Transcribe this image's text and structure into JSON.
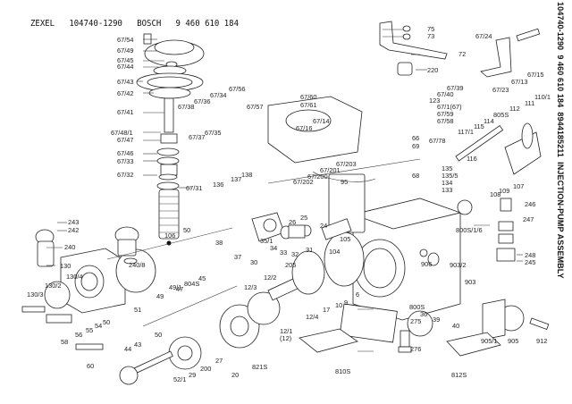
{
  "header": {
    "title_line": "ZEXEL   104740-1290   BOSCH   9 460 610 184",
    "side_caption": "104740-1290  9 460 610 184  8944185211  INJECTION-PUMP ASSEMBLY"
  },
  "labels": [
    {
      "id": "67/54",
      "text": "67/54"
    },
    {
      "id": "67/49",
      "text": "67/49"
    },
    {
      "id": "67/45",
      "text": "67/45"
    },
    {
      "id": "67/44",
      "text": "67/44"
    },
    {
      "id": "67/43",
      "text": "67/43"
    },
    {
      "id": "67/42",
      "text": "67/42"
    },
    {
      "id": "67/41",
      "text": "67/41"
    },
    {
      "id": "67/48/1",
      "text": "67/48/1"
    },
    {
      "id": "67/47",
      "text": "67/47"
    },
    {
      "id": "67/46",
      "text": "67/46"
    },
    {
      "id": "67/33",
      "text": "67/33"
    },
    {
      "id": "67/32",
      "text": "67/32"
    },
    {
      "id": "67/31",
      "text": "67/31"
    },
    {
      "id": "67/38",
      "text": "67/38"
    },
    {
      "id": "67/36",
      "text": "67/36"
    },
    {
      "id": "67/34",
      "text": "67/34"
    },
    {
      "id": "67/56",
      "text": "67/56"
    },
    {
      "id": "67/57",
      "text": "67/57"
    },
    {
      "id": "67/37",
      "text": "67/37"
    },
    {
      "id": "67/35",
      "text": "67/35"
    },
    {
      "id": "136",
      "text": "136"
    },
    {
      "id": "137",
      "text": "137"
    },
    {
      "id": "138",
      "text": "138"
    },
    {
      "id": "243",
      "text": "243"
    },
    {
      "id": "242",
      "text": "242"
    },
    {
      "id": "240",
      "text": "240"
    },
    {
      "id": "240/8",
      "text": "240/8"
    },
    {
      "id": "106",
      "text": "106"
    },
    {
      "id": "50a",
      "text": "50"
    },
    {
      "id": "130",
      "text": "130"
    },
    {
      "id": "130/4",
      "text": "130/4"
    },
    {
      "id": "130/2",
      "text": "130/2"
    },
    {
      "id": "130/3",
      "text": "130/3"
    },
    {
      "id": "49",
      "text": "49"
    },
    {
      "id": "49/1",
      "text": "49/1"
    },
    {
      "id": "47",
      "text": "47"
    },
    {
      "id": "804S",
      "text": "804S"
    },
    {
      "id": "45",
      "text": "45"
    },
    {
      "id": "51",
      "text": "51"
    },
    {
      "id": "56",
      "text": "56"
    },
    {
      "id": "55",
      "text": "55"
    },
    {
      "id": "54",
      "text": "54"
    },
    {
      "id": "50b",
      "text": "50"
    },
    {
      "id": "58",
      "text": "58"
    },
    {
      "id": "60",
      "text": "60"
    },
    {
      "id": "44",
      "text": "44"
    },
    {
      "id": "43",
      "text": "43"
    },
    {
      "id": "50c",
      "text": "50"
    },
    {
      "id": "52/1",
      "text": "52/1"
    },
    {
      "id": "29",
      "text": "29"
    },
    {
      "id": "200",
      "text": "200"
    },
    {
      "id": "27",
      "text": "27"
    },
    {
      "id": "20",
      "text": "20"
    },
    {
      "id": "821S",
      "text": "821S"
    },
    {
      "id": "12/3",
      "text": "12/3"
    },
    {
      "id": "12/2",
      "text": "12/2"
    },
    {
      "id": "205",
      "text": "205"
    },
    {
      "id": "12/1",
      "text": "12/1"
    },
    {
      "id": "12",
      "text": "(12)"
    },
    {
      "id": "12/4",
      "text": "12/4"
    },
    {
      "id": "17",
      "text": "17"
    },
    {
      "id": "10",
      "text": "10"
    },
    {
      "id": "9",
      "text": "9"
    },
    {
      "id": "6",
      "text": "6"
    },
    {
      "id": "38",
      "text": "38"
    },
    {
      "id": "37",
      "text": "37"
    },
    {
      "id": "30",
      "text": "30"
    },
    {
      "id": "35/1",
      "text": "35/1"
    },
    {
      "id": "34",
      "text": "34"
    },
    {
      "id": "33",
      "text": "33"
    },
    {
      "id": "32",
      "text": "32"
    },
    {
      "id": "31",
      "text": "31"
    },
    {
      "id": "26",
      "text": "26"
    },
    {
      "id": "25",
      "text": "25"
    },
    {
      "id": "24",
      "text": "24"
    },
    {
      "id": "104",
      "text": "104"
    },
    {
      "id": "105",
      "text": "105"
    },
    {
      "id": "67/60",
      "text": "67/60"
    },
    {
      "id": "67/61",
      "text": "67/61"
    },
    {
      "id": "67/14",
      "text": "67/14"
    },
    {
      "id": "67/16",
      "text": "67/16"
    },
    {
      "id": "67/201",
      "text": "67/201"
    },
    {
      "id": "67/203",
      "text": "67/203"
    },
    {
      "id": "67/200",
      "text": "67/200"
    },
    {
      "id": "67/202",
      "text": "67/202"
    },
    {
      "id": "95",
      "text": "95"
    },
    {
      "id": "66",
      "text": "66"
    },
    {
      "id": "69",
      "text": "69"
    },
    {
      "id": "68",
      "text": "68"
    },
    {
      "id": "135",
      "text": "135"
    },
    {
      "id": "135/5",
      "text": "135/5"
    },
    {
      "id": "134",
      "text": "134"
    },
    {
      "id": "133",
      "text": "133"
    },
    {
      "id": "75",
      "text": "75"
    },
    {
      "id": "73",
      "text": "73"
    },
    {
      "id": "72",
      "text": "72"
    },
    {
      "id": "220",
      "text": "220"
    },
    {
      "id": "67/39",
      "text": "67/39"
    },
    {
      "id": "67/40",
      "text": "67/40"
    },
    {
      "id": "123",
      "text": "123"
    },
    {
      "id": "67/1",
      "text": "67/1(67)"
    },
    {
      "id": "67/59",
      "text": "67/59"
    },
    {
      "id": "67/58",
      "text": "67/58"
    },
    {
      "id": "67/78",
      "text": "67/78"
    },
    {
      "id": "67/24",
      "text": "67/24"
    },
    {
      "id": "67/23",
      "text": "67/23"
    },
    {
      "id": "67/13",
      "text": "67/13"
    },
    {
      "id": "67/15",
      "text": "67/15"
    },
    {
      "id": "110/1",
      "text": "110/1"
    },
    {
      "id": "111",
      "text": "111"
    },
    {
      "id": "112",
      "text": "112"
    },
    {
      "id": "805S",
      "text": "805S"
    },
    {
      "id": "114",
      "text": "114"
    },
    {
      "id": "115",
      "text": "115"
    },
    {
      "id": "117/1",
      "text": "117/1"
    },
    {
      "id": "116",
      "text": "116"
    },
    {
      "id": "107",
      "text": "107"
    },
    {
      "id": "109",
      "text": "109"
    },
    {
      "id": "108",
      "text": "108"
    },
    {
      "id": "246",
      "text": "246"
    },
    {
      "id": "247",
      "text": "247"
    },
    {
      "id": "248",
      "text": "248"
    },
    {
      "id": "245",
      "text": "245"
    },
    {
      "id": "800S/1/6",
      "text": "800S/1/6"
    },
    {
      "id": "906",
      "text": "906"
    },
    {
      "id": "903/2",
      "text": "903/2"
    },
    {
      "id": "903",
      "text": "903"
    },
    {
      "id": "800S",
      "text": "800S"
    },
    {
      "id": "36",
      "text": "36"
    },
    {
      "id": "39",
      "text": "39"
    },
    {
      "id": "40",
      "text": "40"
    },
    {
      "id": "275",
      "text": "275"
    },
    {
      "id": "276",
      "text": "276"
    },
    {
      "id": "810S",
      "text": "810S"
    },
    {
      "id": "812S",
      "text": "812S"
    },
    {
      "id": "905/1",
      "text": "905/1"
    },
    {
      "id": "905",
      "text": "905"
    },
    {
      "id": "912",
      "text": "912"
    }
  ]
}
